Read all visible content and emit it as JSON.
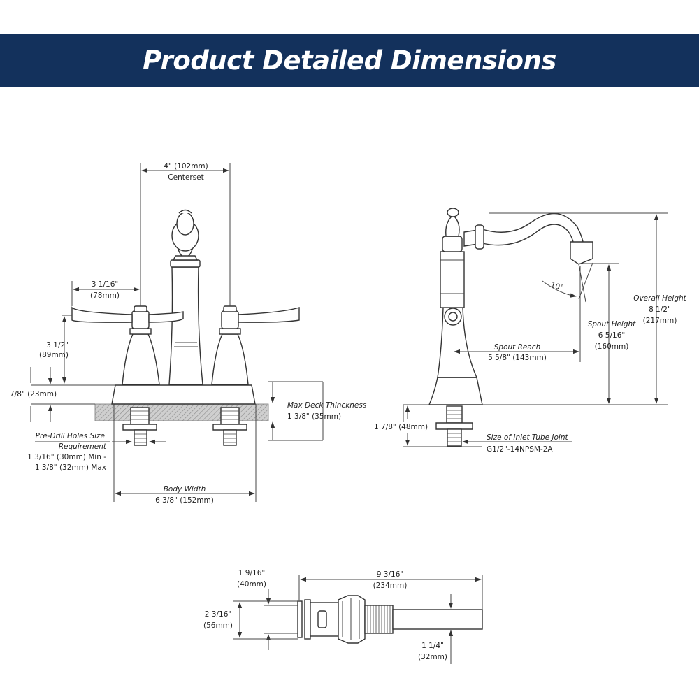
{
  "header": {
    "title": "Product Detailed Dimensions"
  },
  "front_view": {
    "centerset": {
      "value": "4\" (102mm)",
      "label": "Centerset"
    },
    "handle_reach": {
      "value": "3 1/16\"",
      "metric": "(78mm)"
    },
    "handle_height": {
      "value": "3 1/2\"",
      "metric": "(89mm)"
    },
    "base_height": {
      "value": "7/8\" (23mm)"
    },
    "deck": {
      "label": "Max Deck Thinckness",
      "value": "1 3/8\" (35mm)"
    },
    "pre_drill": {
      "label1": "Pre-Drill Holes Size",
      "label2": "Requirement",
      "line1": "1 3/16\" (30mm) Min -",
      "line2": "1 3/8\" (32mm) Max"
    },
    "body_width": {
      "label": "Body Width",
      "value": "6 3/8\" (152mm)"
    }
  },
  "side_view": {
    "angle": "10°",
    "overall_height": {
      "label": "Overall Height",
      "value": "8 1/2\"",
      "metric": "(217mm)"
    },
    "spout_height": {
      "label": "Spout Height",
      "value": "6 5/16\"",
      "metric": "(160mm)"
    },
    "spout_reach": {
      "label": "Spout Reach",
      "value": "5 5/8\" (143mm)"
    },
    "inlet_length": {
      "value": "1 7/8\" (48mm)"
    },
    "inlet_joint": {
      "label": "Size of Inlet Tube Joint",
      "value": "G1/2\"-14NPSM-2A"
    }
  },
  "drain_view": {
    "flange_height": {
      "value": "1 9/16\"",
      "metric": "(40mm)"
    },
    "flange_dia": {
      "value": "2 3/16\"",
      "metric": "(56mm)"
    },
    "length": {
      "value": "9 3/16\"",
      "metric": "(234mm)"
    },
    "tail_dia": {
      "value": "1 1/4\"",
      "metric": "(32mm)"
    }
  }
}
